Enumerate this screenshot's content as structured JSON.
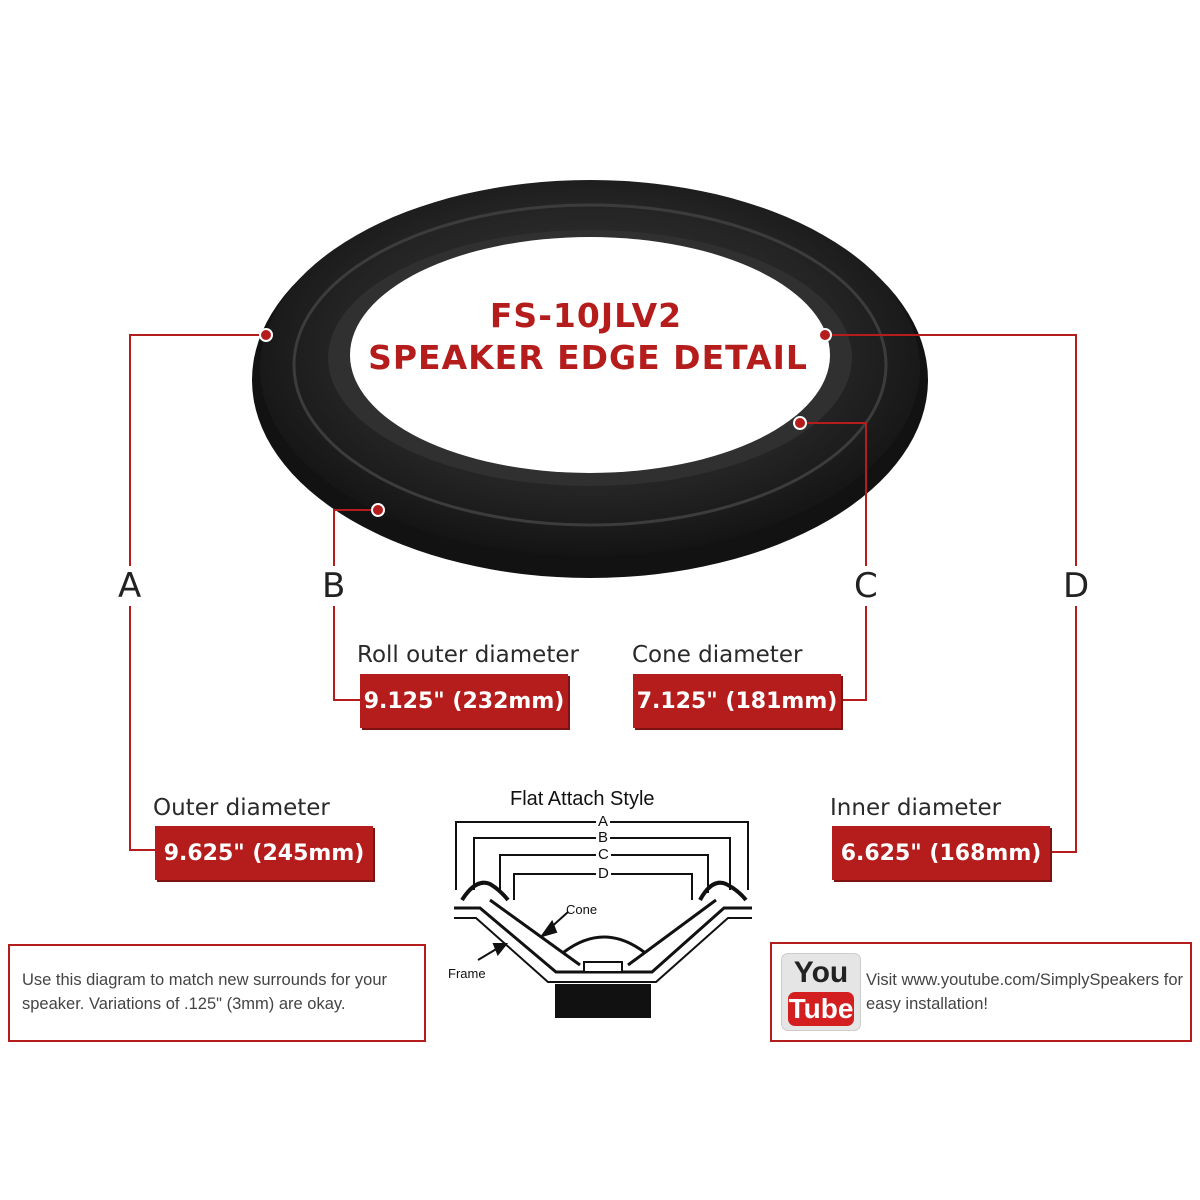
{
  "title": {
    "line1": "FS-10JLV2",
    "line2": "SPEAKER EDGE DETAIL"
  },
  "dimensions": {
    "A": {
      "letter": "A",
      "label": "Outer diameter",
      "value": "9.625\" (245mm)"
    },
    "B": {
      "letter": "B",
      "label": "Roll outer diameter",
      "value": "9.125\" (232mm)"
    },
    "C": {
      "letter": "C",
      "label": "Cone diameter",
      "value": "7.125\" (181mm)"
    },
    "D": {
      "letter": "D",
      "label": "Inner diameter",
      "value": "6.625\" (168mm)"
    }
  },
  "flat_attach": {
    "title": "Flat Attach Style",
    "letters": [
      "A",
      "B",
      "C",
      "D"
    ],
    "cone_label": "Cone",
    "frame_label": "Frame"
  },
  "note": {
    "text": "Use this diagram to match new surrounds for your speaker. Variations of .125\" (3mm) are okay."
  },
  "youtube": {
    "logo_you": "You",
    "logo_tube": "Tube",
    "text": "Visit www.youtube.com/SimplySpeakers for easy installation!"
  },
  "colors": {
    "accent": "#b51d1d",
    "ring": "#1e1e1e"
  }
}
